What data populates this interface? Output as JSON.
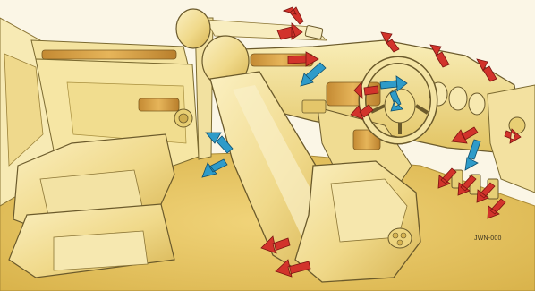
{
  "illustration": {
    "code_label": "JWN-000",
    "colors": {
      "background": "#fbf6e6",
      "trim_light": "#f6e7a8",
      "trim_mid": "#e9cf6c",
      "trim_dark": "#b38b2d",
      "wood": "#d9a54a",
      "outline": "#6b5a2b",
      "arrow_heat": "#d2332b",
      "arrow_cool": "#2e9bc9"
    },
    "icons": [
      "red-airflow-arrow",
      "blue-airflow-arrow"
    ]
  }
}
